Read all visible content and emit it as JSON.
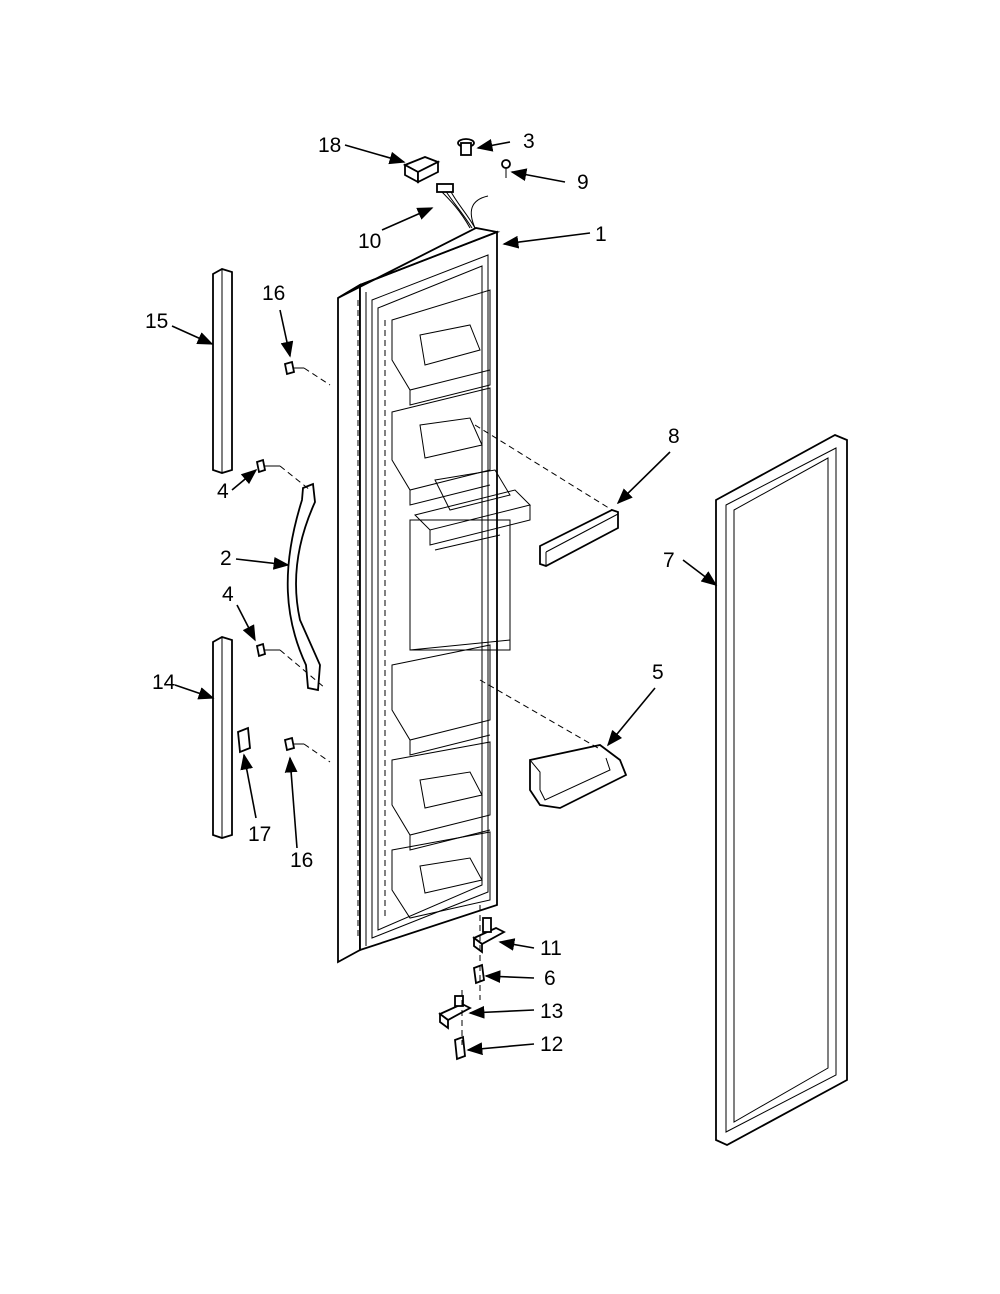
{
  "diagram": {
    "labels": {
      "l1": "1",
      "l2": "2",
      "l3": "3",
      "l4a": "4",
      "l4b": "4",
      "l5": "5",
      "l6": "6",
      "l7": "7",
      "l8": "8",
      "l9": "9",
      "l10": "10",
      "l11": "11",
      "l12": "12",
      "l13": "13",
      "l14": "14",
      "l15": "15",
      "l16a": "16",
      "l16b": "16",
      "l17": "17",
      "l18": "18"
    }
  }
}
